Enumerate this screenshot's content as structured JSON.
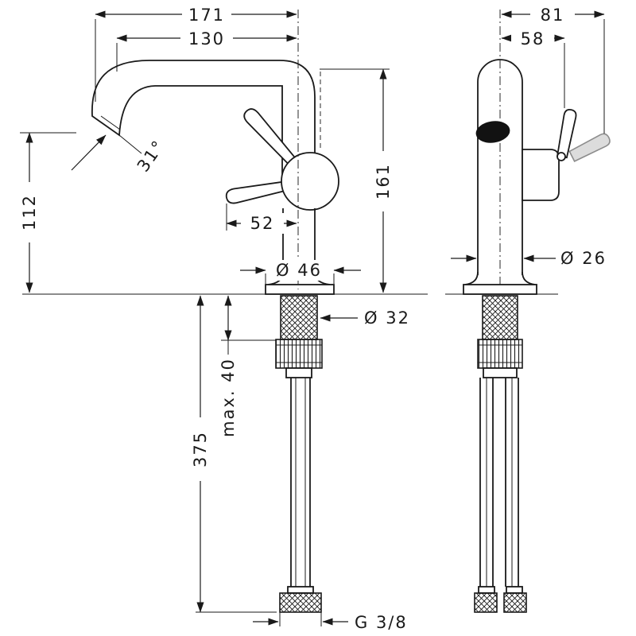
{
  "front": {
    "total": "171",
    "spout_reach": "130",
    "spout_angle": "31°",
    "outlet_height": "112",
    "fixture_height": "161",
    "handle_length": "52",
    "base_diameter": "Ø 46",
    "shank_diameter": "Ø 32",
    "max_mounting_thickness": "max. 40",
    "hose_length": "375",
    "connection_thread": "G 3/8"
  },
  "side": {
    "total_depth": "81",
    "handle_depth": "58",
    "body_diameter": "Ø 26"
  },
  "style": {
    "line_color": "#1a1a1a",
    "alt_position_color": "#8c8c8c",
    "background": "#ffffff"
  }
}
